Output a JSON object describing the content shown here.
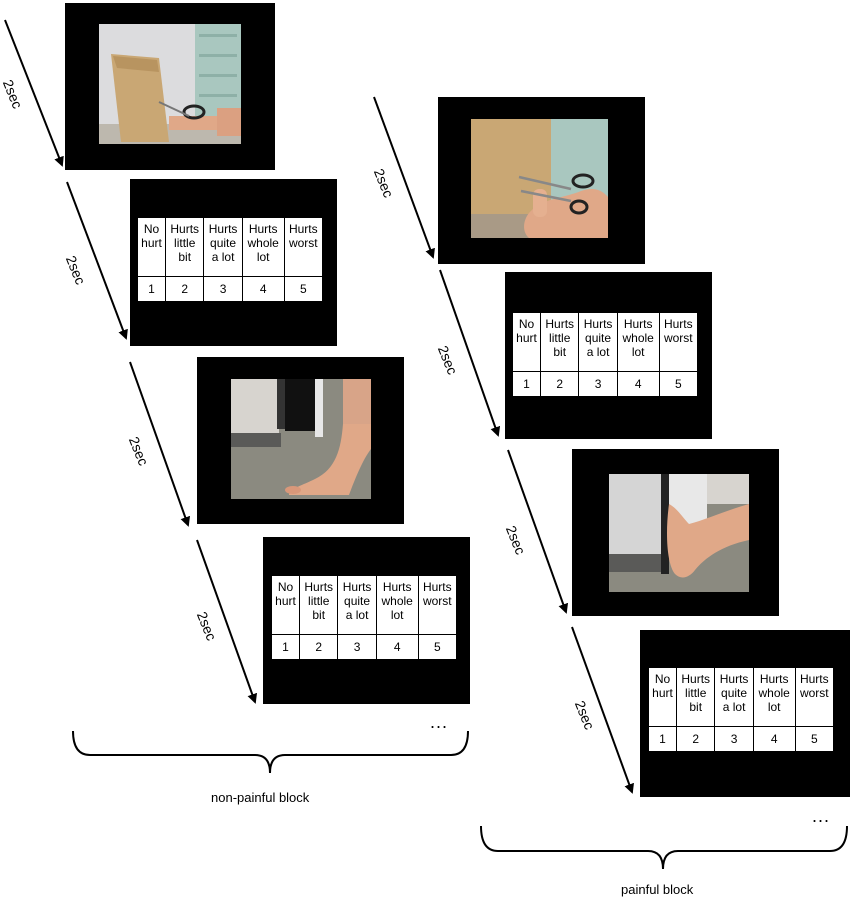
{
  "timing_label": "2sec",
  "ellipsis": "...",
  "blocks": {
    "non_painful": "non-painful block",
    "painful": "painful block"
  },
  "scale": {
    "labels": [
      [
        "No",
        "hurt"
      ],
      [
        "Hurts",
        "little",
        "bit"
      ],
      [
        "Hurts",
        "quite",
        "a lot"
      ],
      [
        "Hurts",
        "whole",
        "lot"
      ],
      [
        "Hurts",
        "worst"
      ]
    ],
    "numbers": [
      "1",
      "2",
      "3",
      "4",
      "5"
    ]
  },
  "colors": {
    "frame": "#000000",
    "arrow": "#000000",
    "envelope": "#c9a774",
    "wall": "#d7d4cf",
    "carpet": "#8b8a80",
    "skin": "#e0a888"
  }
}
